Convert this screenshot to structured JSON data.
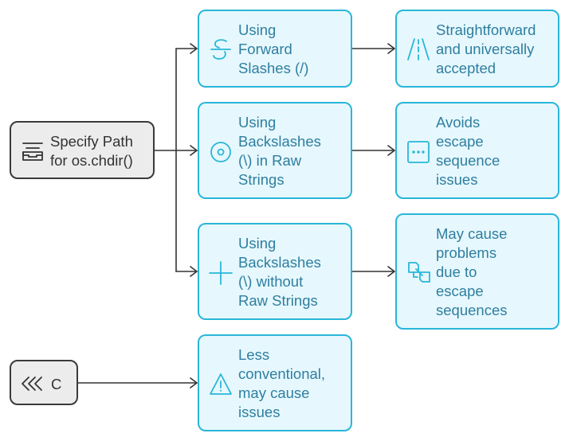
{
  "nodes": {
    "specify_path": {
      "lines": [
        "Specify Path",
        "for os.chdir()"
      ],
      "icon": "inbox-tray-icon"
    },
    "c_node": {
      "lines": [
        "C"
      ],
      "icon": "double-chevron-left-icon"
    },
    "forward_slashes": {
      "lines": [
        "Using",
        "Forward",
        "Slashes (/)"
      ],
      "icon": "strikethrough-s-icon"
    },
    "raw_strings": {
      "lines": [
        "Using",
        "Backslashes",
        "(\\) in Raw",
        "Strings"
      ],
      "icon": "target-circle-icon"
    },
    "without_raw": {
      "lines": [
        "Using",
        "Backslashes",
        "(\\) without",
        "Raw Strings"
      ],
      "icon": "plus-icon"
    },
    "less_conventional": {
      "lines": [
        "Less",
        "conventional,",
        "may cause",
        "issues"
      ],
      "icon": "warning-triangle-icon"
    },
    "universally_accepted": {
      "lines": [
        "Straightforward",
        "and universally",
        "accepted"
      ],
      "icon": "road-icon"
    },
    "avoids_escape": {
      "lines": [
        "Avoids",
        "escape",
        "sequence",
        "issues"
      ],
      "icon": "ellipsis-box-icon"
    },
    "may_cause_problems": {
      "lines": [
        "May cause",
        "problems",
        "due to",
        "escape",
        "sequences"
      ],
      "icon": "broken-link-icon"
    }
  },
  "colors": {
    "accent_border": "#29b6d9",
    "accent_fill": "#e6f8fd",
    "accent_text": "#2f7ea0",
    "neutral_border": "#3a3a3a",
    "neutral_fill": "#ececec",
    "neutral_text": "#333333",
    "connector": "#333333"
  }
}
